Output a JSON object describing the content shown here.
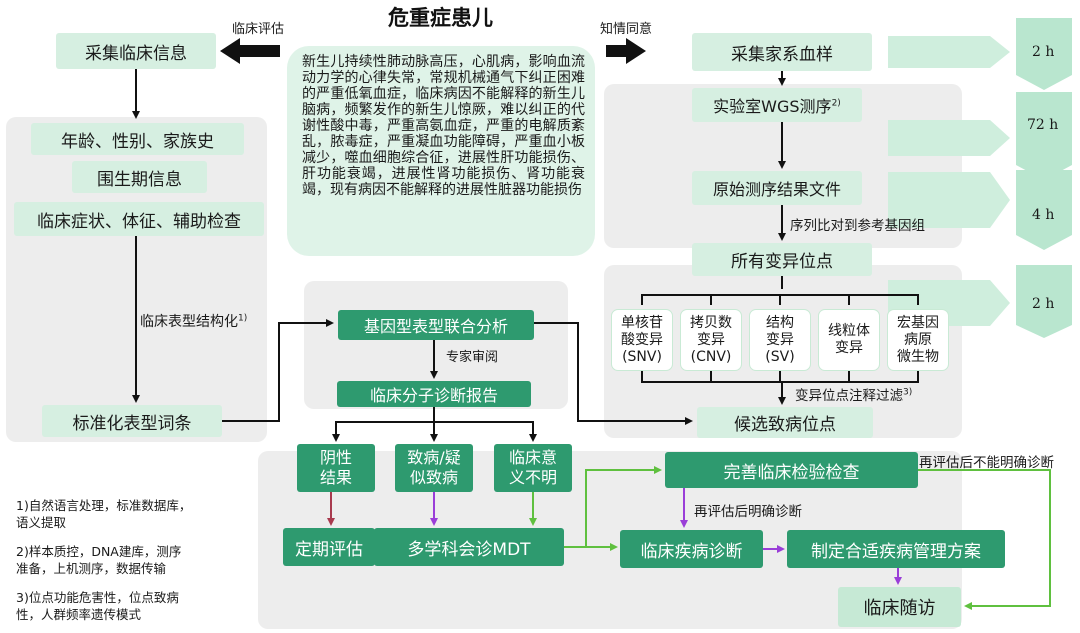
{
  "title": "危重症患儿",
  "labels": {
    "clinical_eval": "临床评估",
    "informed_consent": "知情同意",
    "structuring": "临床表型结构化",
    "structuring_sup": "1)",
    "expert_review": "专家审阅",
    "alignment": "序列比对到参考基因组",
    "annotation": "变异位点注释过滤",
    "annotation_sup": "3)",
    "confirmed_after_reeval": "再评估后明确诊断",
    "unconfirmed_after_reeval": "再评估后不能明确诊断"
  },
  "criteria_text": "新生儿持续性肺动脉高压，心肌病，影响血流动力学的心律失常，常规机械通气下纠正困难的严重低氧血症，临床病因不能解释的新生儿脑病，频繁发作的新生儿惊厥，难以纠正的代谢性酸中毒，严重高氨血症，严重的电解质紊乱，脓毒症，严重凝血功能障碍，严重血小板减少，噬血细胞综合征，进展性肝功能损伤、肝功能衰竭，进展性肾功能损伤、肾功能衰竭，现有病因不能解释的进展性脏器功能损伤",
  "left": {
    "collect_info": "采集临床信息",
    "age_sex_family": "年龄、性别、家族史",
    "perinatal": "围生期信息",
    "symptoms": "临床症状、体征、辅助检查",
    "std_terms": "标准化表型词条"
  },
  "middle": {
    "joint_analysis": "基因型表型联合分析",
    "report": "临床分子诊断报告"
  },
  "right": {
    "collect_blood": "采集家系血样",
    "wgs": "实验室WGS测序",
    "wgs_sup": "2)",
    "raw_files": "原始测序结果文件",
    "all_variants": "所有变异位点",
    "candidate": "候选致病位点",
    "variant_types": [
      "单核苷\n酸变异\n(SNV)",
      "拷贝数\n变异\n(CNV)",
      "结构\n变异\n(SV)",
      "线粒体\n变异",
      "宏基因\n病原\n微生物"
    ]
  },
  "times": [
    "2 h",
    "72 h",
    "4 h",
    "2 h"
  ],
  "bottom": {
    "negative": "阴性\n结果",
    "pathogenic": "致病/疑\n似致病",
    "vus": "临床意\n义不明",
    "periodic": "定期评估",
    "mdt": "多学科会诊MDT",
    "improve_exam": "完善临床检验检查",
    "diagnosis": "临床疾病诊断",
    "management": "制定合适疾病管理方案",
    "followup": "临床随访"
  },
  "footnotes": [
    "1)自然语言处理，标准数据库，\n语义提取",
    "2)样本质控，DNA建库，测序\n准备，上机测序，数据传输",
    "3)位点功能危害性，位点致病\n性，人群频率遗传模式"
  ],
  "colors": {
    "panel": "#ededed",
    "light_box": "#d6efe1",
    "dark_box": "#2e9a6f",
    "chevron": "#cfeedd",
    "chevron_dark": "#b9e6cf",
    "arrow_red": "#a83a4e",
    "arrow_purple": "#9a3ed8",
    "arrow_green": "#5fc03f"
  }
}
